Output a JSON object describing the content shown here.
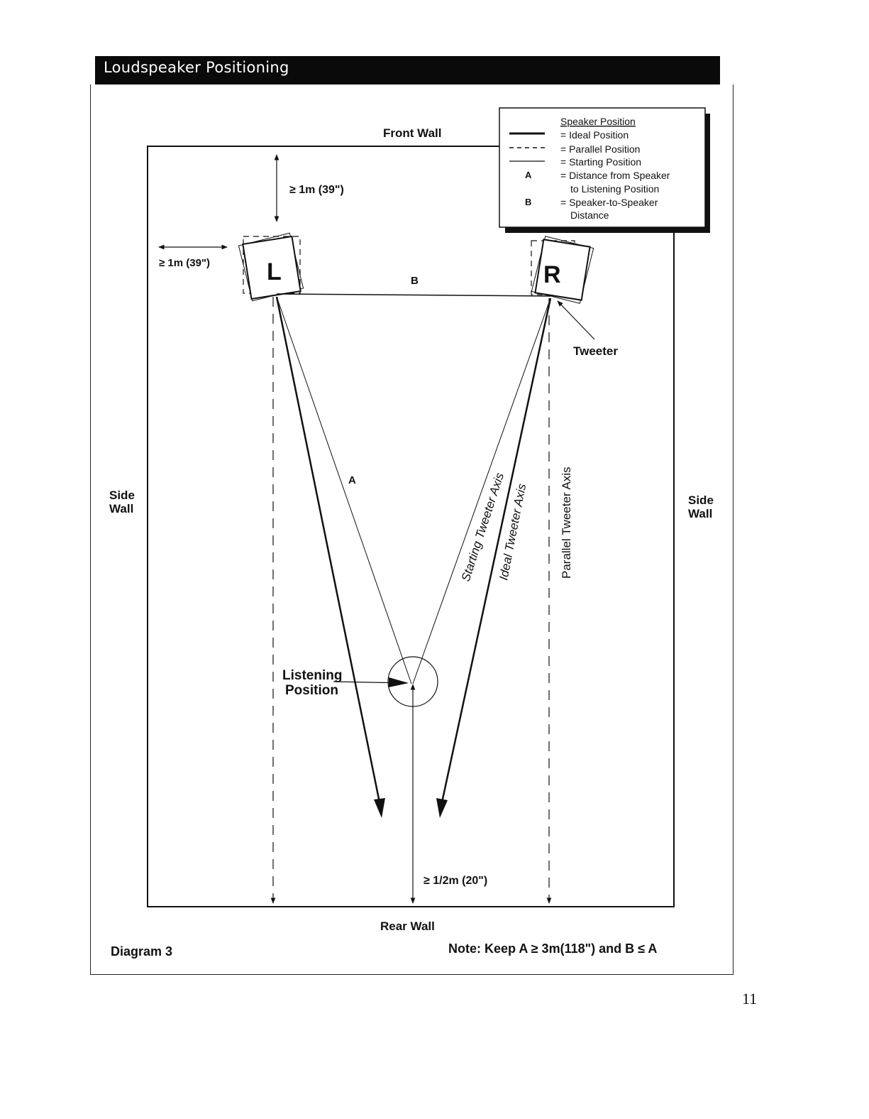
{
  "header": {
    "title": "Loudspeaker Positioning"
  },
  "walls": {
    "front": "Front Wall",
    "rear": "Rear Wall",
    "side_left": [
      "Side",
      "Wall"
    ],
    "side_right": [
      "Side",
      "Wall"
    ]
  },
  "legend": {
    "title": "Speaker Position",
    "items": [
      {
        "symbol": "thick-line",
        "text": "= Ideal Position"
      },
      {
        "symbol": "dashed-line",
        "text": "= Parallel Position"
      },
      {
        "symbol": "thin-line",
        "text": "= Starting Position"
      },
      {
        "symbol": "A",
        "text": "= Distance from Speaker",
        "text2": "to Listening Position"
      },
      {
        "symbol": "B",
        "text": "= Speaker-to-Speaker",
        "text2": "Distance"
      }
    ]
  },
  "dimensions": {
    "front_gap": "≥ 1m (39\")",
    "side_gap": "≥ 1m (39\")",
    "rear_gap": "≥ 1/2m (20\")"
  },
  "speakers": {
    "left": "L",
    "right": "R"
  },
  "labels": {
    "a": "A",
    "b": "B",
    "tweeter": "Tweeter",
    "starting_axis": "Starting Tweeter Axis",
    "ideal_axis": "Ideal Tweeter Axis",
    "parallel_axis": "Parallel Tweeter Axis",
    "listening": [
      "Listening",
      "Position"
    ]
  },
  "footer": {
    "diagram_label": "Diagram 3",
    "note": "Note: Keep A ≥ 3m(118\") and B ≤ A"
  },
  "page_number": "11"
}
